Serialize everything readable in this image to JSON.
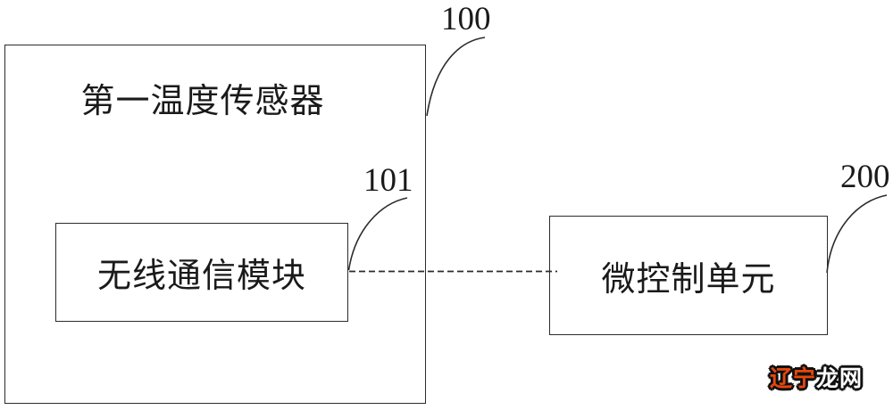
{
  "diagram": {
    "type": "block-diagram",
    "outer_box": {
      "title": "第一温度传感器",
      "ref_label": "100"
    },
    "wireless_box": {
      "title": "无线通信模块",
      "ref_label": "101"
    },
    "mcu_box": {
      "title": "微控制单元",
      "ref_label": "200"
    },
    "connection": {
      "style": "dashed",
      "from": "无线通信模块",
      "to": "微控制单元"
    }
  },
  "watermark": {
    "text_left": "辽宁",
    "text_right": "龙网"
  },
  "colors": {
    "line": "#2b2b2b",
    "text": "#1a1a1a",
    "background": "#ffffff",
    "watermark_left": "#e8470b",
    "watermark_right": "#ffffff",
    "watermark_outline": "#111111"
  }
}
